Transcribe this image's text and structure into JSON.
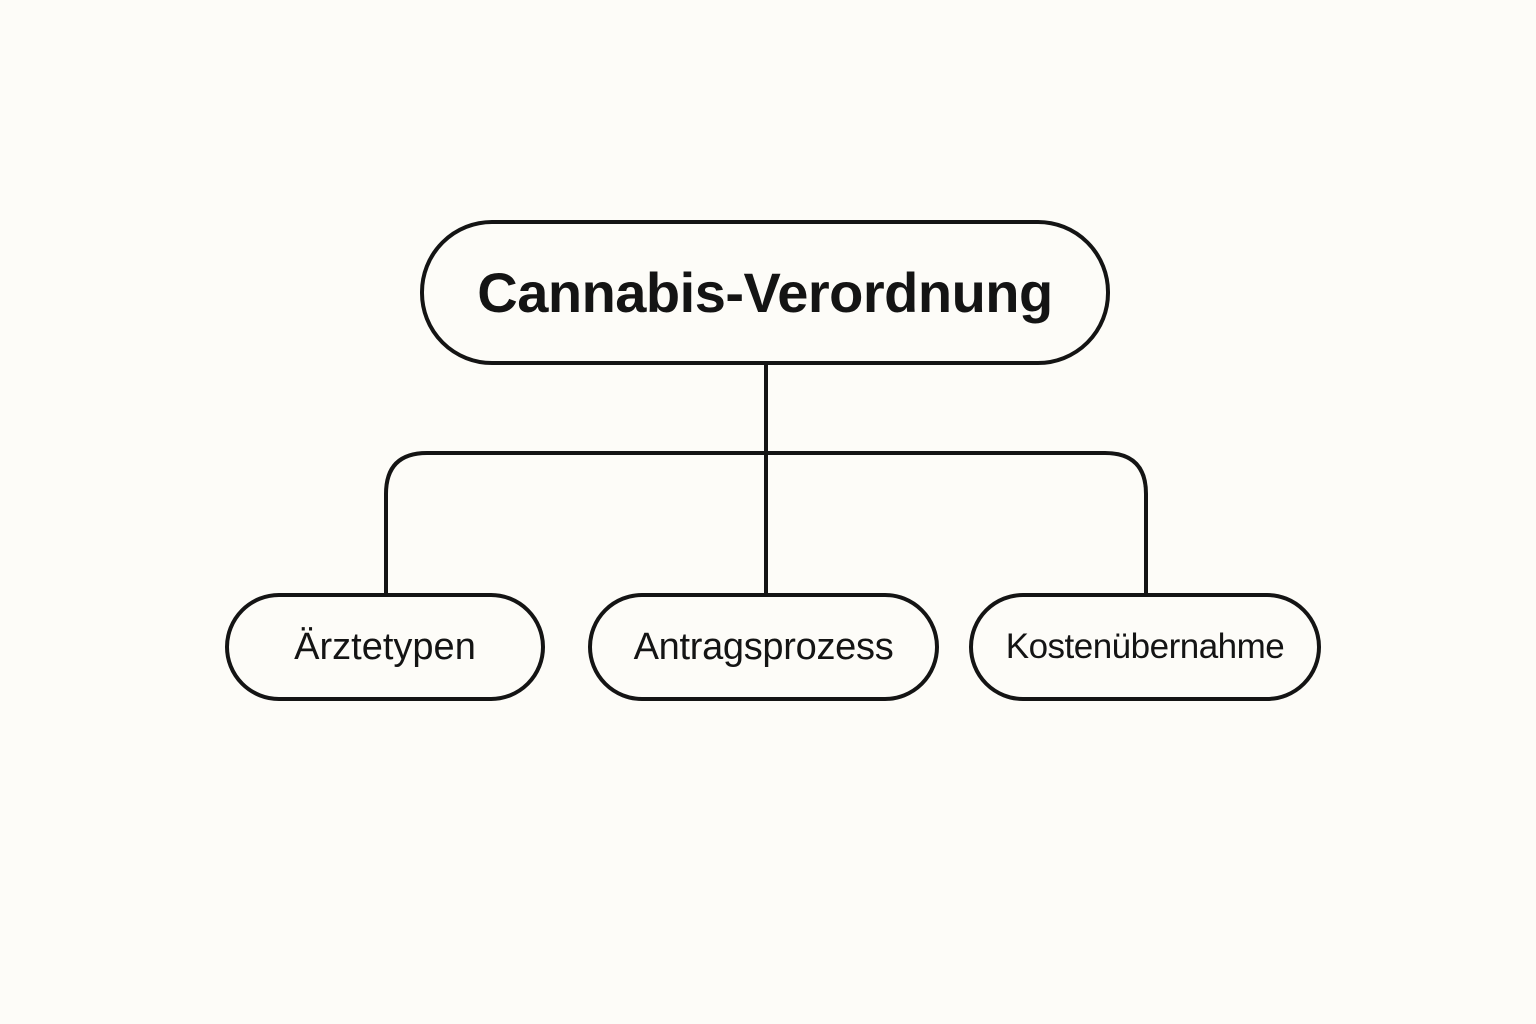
{
  "diagram": {
    "root": {
      "label": "Cannabis-Verordnung"
    },
    "children": [
      {
        "label": "Ärztetypen"
      },
      {
        "label": "Antragsprozess"
      },
      {
        "label": "Kostenübernahme"
      }
    ]
  },
  "colors": {
    "background": "#fdfcf8",
    "stroke": "#141414",
    "text": "#141414"
  }
}
